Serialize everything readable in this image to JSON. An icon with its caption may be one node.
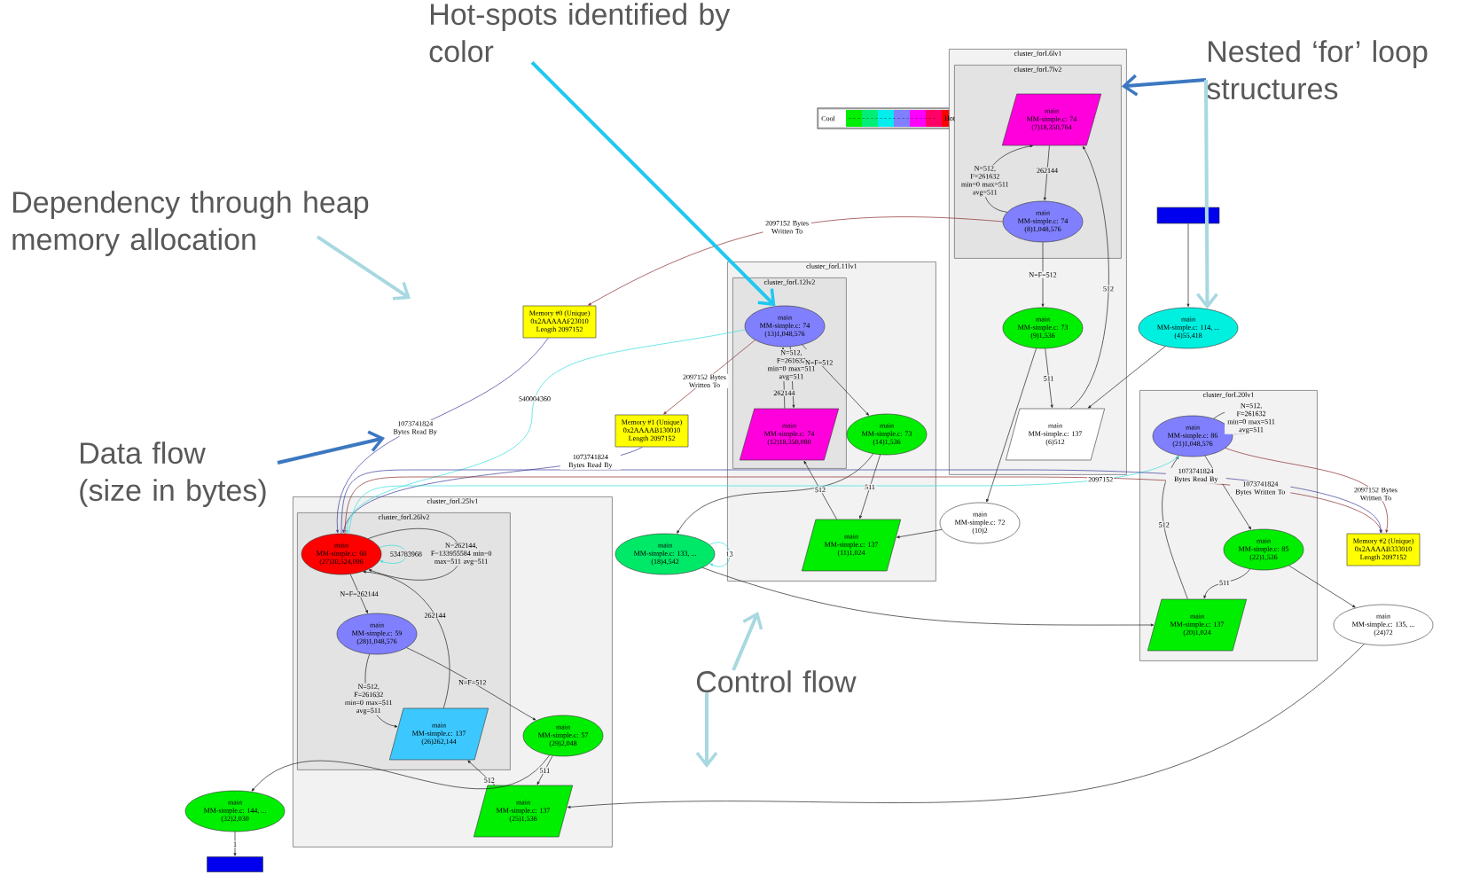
{
  "diagram": {
    "nodes": [
      {
        "text": [
          "cluster_forL6lv1"
        ]
      },
      {
        "text": [
          "cluster_forL7lv2"
        ],
        "in": 0
      },
      {
        "text": [
          "cluster_forL11lv1"
        ]
      },
      {
        "text": [
          "cluster_forL12lv2"
        ],
        "in": 2
      },
      {
        "text": [
          "cluster_forL20lv1"
        ]
      },
      {
        "text": [
          "cluster_forL25lv1"
        ]
      },
      {
        "text": [
          "cluster_forL26lv2"
        ],
        "in": 5
      },
      {
        "text": [
          "main",
          "MM-simple.c: 74",
          "(7)18,350,764"
        ],
        "in": 1
      },
      {
        "text": [
          "main",
          "MM-simple.c: 74",
          "(8)1,048,576"
        ],
        "in": 1
      },
      {
        "text": [
          "main",
          "MM-simple.c: 73",
          "(9)1,536"
        ],
        "in": 0
      },
      {
        "text": [
          "main",
          "MM-simple.c: 137",
          "(6)512"
        ],
        "in": 0
      },
      {
        "text": [],
        "shape": "box"
      },
      {
        "text": [
          "main",
          "MM-simple.c: 114, ...",
          "(4)55,418"
        ]
      },
      {
        "text": [
          "main",
          "MM-simple.c: 74",
          "(13)1,048,576"
        ],
        "in": 3
      },
      {
        "text": [
          "main",
          "MM-simple.c: 74",
          "(12)18,350,080"
        ],
        "in": 3
      },
      {
        "text": [
          "main",
          "MM-simple.c: 73",
          "(14)1,536"
        ],
        "in": 2
      },
      {
        "text": [
          "main",
          "MM-simple.c: 72",
          "(10)2"
        ]
      },
      {
        "text": [
          "main",
          "MM-simple.c: 137",
          "(11)1,024"
        ],
        "in": 2
      },
      {
        "text": [
          "main",
          "MM-simple.c: 133, ...",
          "(18)4,542"
        ]
      },
      {
        "text": [
          "Memory #0 (Unique)",
          "0x2AAAAAF23010",
          "Length 2097152"
        ]
      },
      {
        "text": [
          "Memory #1 (Unique)",
          "0x2AAAAB130010",
          "Length 2097152"
        ]
      },
      {
        "text": [
          "main",
          "MM-simple.c: 86",
          "(21)1,048,576"
        ],
        "in": 4
      },
      {
        "text": [
          "main",
          "MM-simple.c: 85",
          "(22)1,536"
        ],
        "in": 4
      },
      {
        "text": [
          "main",
          "MM-simple.c: 137",
          "(20)1,024"
        ],
        "in": 4
      },
      {
        "text": [
          "main",
          "MM-simple.c: 135, ...",
          "(24)72"
        ]
      },
      {
        "text": [
          "Memory #2 (Unique)",
          "0x2AAAAB333010",
          "Length 2097152"
        ]
      },
      {
        "text": [
          "main",
          "MM-simple.c: 60",
          "(27)30,524,096"
        ],
        "in": 6
      },
      {
        "text": [
          "main",
          "MM-simple.c: 59",
          "(28)1,048,576"
        ],
        "in": 6
      },
      {
        "text": [
          "main",
          "MM-simple.c: 137",
          "(26)262,144"
        ],
        "in": 6
      },
      {
        "text": [
          "main",
          "MM-simple.c: 57",
          "(29)2,048"
        ],
        "in": 5
      },
      {
        "text": [
          "main",
          "MM-simple.c: 137",
          "(25)1,536"
        ],
        "in": 5
      },
      {
        "text": [
          "main",
          "MM-simple.c: 144, ...",
          "(32)2,030"
        ]
      },
      {
        "text": [],
        "shape": "box"
      },
      {
        "text": [
          "Hot-spots identified by color"
        ]
      },
      {
        "text": [
          "Nested ‘for’ loop structures"
        ]
      },
      {
        "text": [
          "Dependency through heap memory allocation"
        ]
      },
      {
        "text": [
          "Data flow",
          "(size in bytes)"
        ]
      },
      {
        "text": [
          "Control flow"
        ]
      }
    ],
    "edges": [
      {
        "from": 8,
        "to": 7,
        "arrow": "to",
        "label": "N=512, F=261632 min=0 max=511 avg=511"
      },
      {
        "from": 7,
        "to": 8,
        "arrow": "to",
        "label": "262144"
      },
      {
        "from": 8,
        "to": 9,
        "arrow": "to",
        "label": "N=F=512"
      },
      {
        "from": 9,
        "to": 10,
        "arrow": "to",
        "label": "511"
      },
      {
        "from": 10,
        "to": 7,
        "arrow": "to",
        "label": "512"
      },
      {
        "from": 9,
        "to": 16,
        "arrow": "to"
      },
      {
        "from": 11,
        "to": 12,
        "arrow": "to"
      },
      {
        "from": 12,
        "to": 10,
        "arrow": "to"
      },
      {
        "from": 14,
        "to": 13,
        "arrow": "to",
        "label": "262144"
      },
      {
        "from": 13,
        "to": 14,
        "arrow": "to",
        "label": "N=512, F=261632 min=0 max=511 avg=511"
      },
      {
        "from": 13,
        "to": 15,
        "arrow": "to",
        "label": "N=F=512"
      },
      {
        "from": 15,
        "to": 17,
        "arrow": "to",
        "label": "511"
      },
      {
        "from": 17,
        "to": 14,
        "arrow": "to",
        "label": "512"
      },
      {
        "from": 16,
        "to": 17,
        "arrow": "to"
      },
      {
        "from": 15,
        "to": 18,
        "arrow": "to"
      },
      {
        "from": 18,
        "to": 18,
        "arrow": "to",
        "label": "13",
        "color": "#33dddd"
      },
      {
        "from": 18,
        "to": 23,
        "arrow": "to"
      },
      {
        "from": 21,
        "to": 21,
        "arrow": "to",
        "label": "N=512, F=261632 min=0 max=511 avg=511"
      },
      {
        "from": 21,
        "to": 22,
        "arrow": "to"
      },
      {
        "from": 22,
        "to": 23,
        "arrow": "to",
        "label": "511"
      },
      {
        "from": 23,
        "to": 21,
        "arrow": "to",
        "label": "512"
      },
      {
        "from": 22,
        "to": 24,
        "arrow": "to"
      },
      {
        "from": 24,
        "to": 30,
        "arrow": "to"
      },
      {
        "from": 26,
        "to": 26,
        "arrow": "to",
        "label": "534783968",
        "color": "#33dddd"
      },
      {
        "from": 26,
        "to": 26,
        "arrow": "to",
        "label": "N=262144, F=133955584 min=0 max=511 avg=511"
      },
      {
        "from": 26,
        "to": 27,
        "arrow": "to",
        "label": "N=F=262144"
      },
      {
        "from": 28,
        "to": 26,
        "arrow": "to",
        "label": "262144"
      },
      {
        "from": 27,
        "to": 28,
        "arrow": "to",
        "label": "N=512, F=261632 min=0 max=511 avg=511"
      },
      {
        "from": 27,
        "to": 29,
        "arrow": "to",
        "label": "N=F=512"
      },
      {
        "from": 29,
        "to": 30,
        "arrow": "to",
        "label": "511"
      },
      {
        "from": 30,
        "to": 28,
        "arrow": "to",
        "label": "512"
      },
      {
        "from": 29,
        "to": 31,
        "arrow": "to"
      },
      {
        "from": 31,
        "to": 32,
        "arrow": "to",
        "label": "1"
      },
      {
        "from": 8,
        "to": 19,
        "arrow": "to",
        "label": "2097152 Bytes Written To",
        "color": "#8b2b2b"
      },
      {
        "from": 13,
        "to": 20,
        "arrow": "to",
        "label": "2097152 Bytes Written To",
        "color": "#8b2b2b"
      },
      {
        "from": 19,
        "to": 26,
        "arrow": "to",
        "label": "1073741824 Bytes Read By",
        "color": "#3a3a9a"
      },
      {
        "from": 20,
        "to": 26,
        "arrow": "to",
        "label": "1073741824 Bytes Read By",
        "color": "#3a3a9a"
      },
      {
        "from": 13,
        "to": 26,
        "arrow": "to",
        "label": "540004360",
        "color": "#33dddd"
      },
      {
        "from": 26,
        "to": 21,
        "arrow": "to",
        "label": "2097152",
        "color": "#33dddd"
      },
      {
        "from": 26,
        "to": 25,
        "arrow": "to",
        "label": "1073741824 Bytes Written To",
        "color": "#8b2b2b"
      },
      {
        "from": 26,
        "to": 25,
        "arrow": "to",
        "label": "1073741824 Bytes Read By",
        "color": "#3a3a9a"
      },
      {
        "from": 21,
        "to": 25,
        "arrow": "to",
        "label": "2097152 Bytes Written To",
        "color": "#8b2b2b"
      },
      {
        "from": 33,
        "to": 13,
        "arrow": "to",
        "style": "thick",
        "color": "#1ec8f0"
      },
      {
        "from": 34,
        "to": 1,
        "arrow": "to",
        "style": "thick",
        "color": "#3c78c0"
      },
      {
        "from": 34,
        "to": 12,
        "arrow": "to",
        "style": "thick",
        "color": "#a8d8e0"
      },
      {
        "from": 35,
        "to": null,
        "arrow": "to",
        "style": "thick",
        "color": "#a8d8e0"
      },
      {
        "from": 36,
        "to": null,
        "arrow": "to",
        "style": "thick",
        "color": "#3c78c0"
      },
      {
        "from": 37,
        "to": null,
        "arrow": "to",
        "style": "thick",
        "color": "#a8d8e0"
      },
      {
        "from": 37,
        "to": null,
        "arrow": "to",
        "style": "thick",
        "color": "#a8d8e0"
      }
    ],
    "labels": [
      "Cool",
      "Hot"
    ]
  }
}
